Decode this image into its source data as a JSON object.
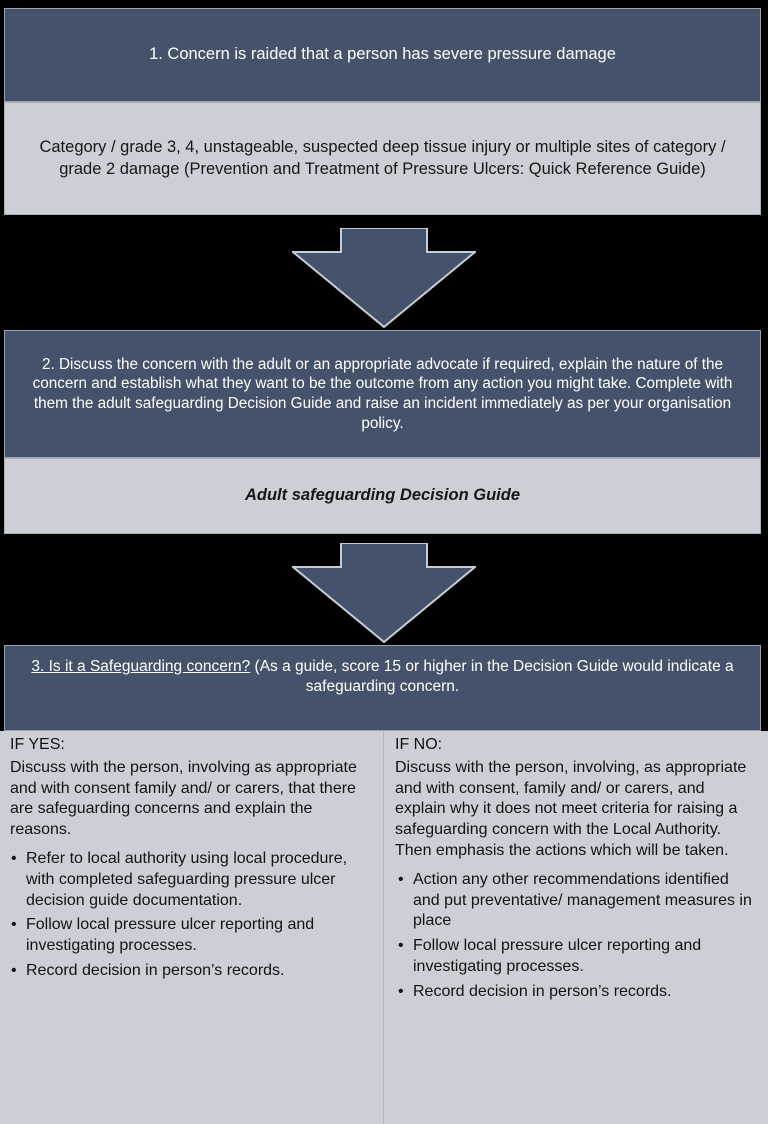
{
  "colors": {
    "dark_panel": "#44536B",
    "light_panel": "#CCD0D6",
    "page_background": "#000000",
    "dark_text": "#121212",
    "light_text": "#FFFFFF",
    "panel_border": "#9AA3AE"
  },
  "flow": {
    "step1": {
      "text": "1. Concern is raided that a person has severe pressure damage"
    },
    "criteria": {
      "text": "Category / grade 3, 4, unstageable, suspected deep tissue injury or multiple sites of category / grade 2 damage (Prevention and Treatment of Pressure Ulcers: Quick Reference Guide)"
    },
    "arrow1": {
      "name": "down-arrow-icon"
    },
    "step2": {
      "text": "2. Discuss the concern with the adult or an appropriate advocate if required, explain the nature of the concern and establish what they want to be the outcome from any action you might take.  Complete with them the adult safeguarding Decision Guide and raise an incident immediately as per your organisation policy."
    },
    "guide": {
      "text": "Adult safeguarding Decision Guide"
    },
    "arrow2": {
      "name": "down-arrow-icon"
    },
    "step3": {
      "question": "3. Is it a Safeguarding concern?",
      "note": " (As a guide, score 15 or higher in the Decision Guide would indicate a safeguarding concern."
    }
  },
  "outcomes": {
    "yes": {
      "heading": "IF YES:",
      "intro": "Discuss with the person, involving as appropriate and with consent family and/ or carers, that there are safeguarding concerns and explain the reasons.",
      "bullets": [
        "Refer to local authority using local procedure, with completed safeguarding pressure ulcer decision guide documentation.",
        "Follow local pressure ulcer reporting and investigating processes.",
        "Record decision in person’s records."
      ]
    },
    "no": {
      "heading": "IF NO:",
      "intro": "Discuss with the person, involving, as appropriate and with consent, family and/ or carers, and explain why it does not meet criteria for raising a safeguarding concern with the Local Authority.  Then emphasis the actions which will be taken.",
      "bullets": [
        "Action any other recommendations identified and put preventative/ management measures in place",
        "Follow local pressure ulcer reporting and investigating processes.",
        "Record decision in person’s records."
      ]
    }
  }
}
